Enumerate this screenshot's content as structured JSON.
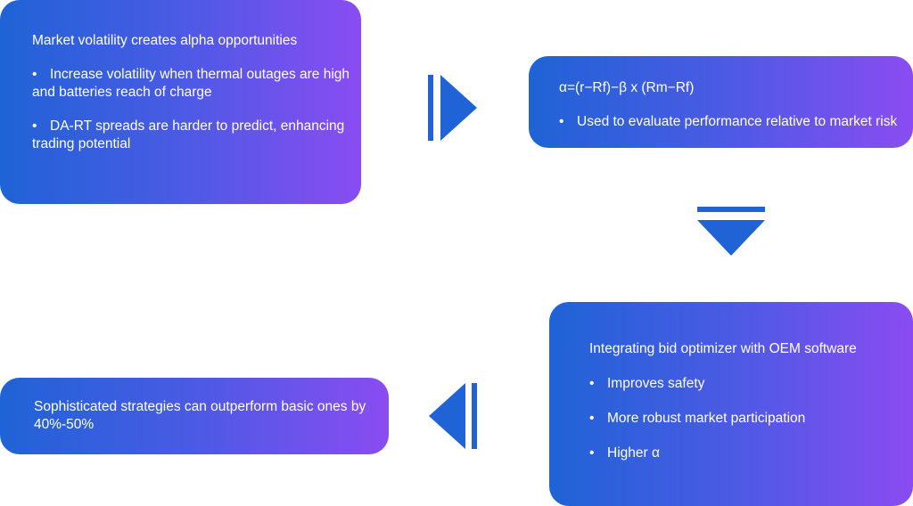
{
  "boxes": {
    "volatility": {
      "heading": "Market volatility creates alpha opportunities",
      "bullets": [
        "Increase volatility when thermal outages are high and batteries reach of charge",
        "DA-RT spreads are harder to predict, enhancing trading potential"
      ]
    },
    "alpha": {
      "formula": "α=(r−Rf)−β x (Rm−Rf)",
      "bullets": [
        "Used to evaluate performance relative to market risk"
      ]
    },
    "optimizer": {
      "heading": "Integrating bid optimizer with OEM software",
      "bullets": [
        "Improves safety",
        "More robust market participation",
        "Higher α"
      ]
    },
    "strategies": {
      "text": "Sophisticated strategies can outperform basic ones by 40%-50%"
    }
  },
  "bullet_glyph": "•",
  "colors": {
    "gradient_start": "#1f63d6",
    "gradient_end": "#8a4cf2",
    "arrow": "#1f63d6",
    "text": "#ffffff"
  },
  "arrows": [
    "right-arrow",
    "down-arrow",
    "left-arrow"
  ]
}
